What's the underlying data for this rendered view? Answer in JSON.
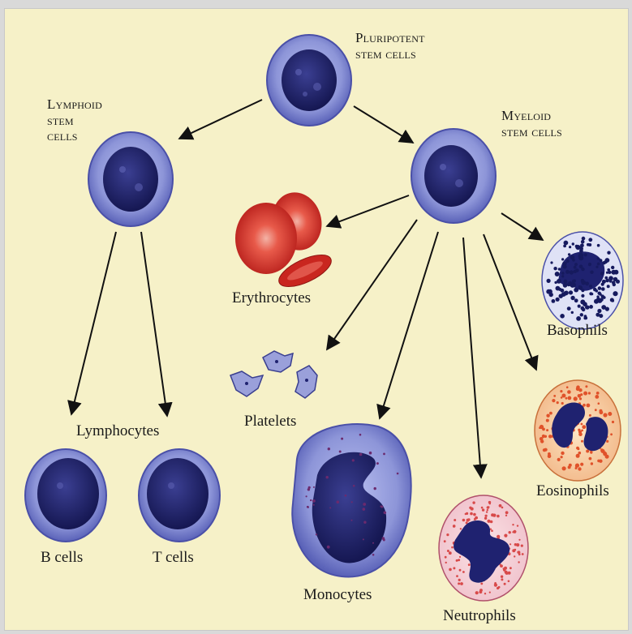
{
  "labels": {
    "pluripotent": [
      "Pluripotent",
      "stem cells"
    ],
    "lymphoid": [
      "Lymphoid",
      "stem",
      "cells"
    ],
    "myeloid": [
      "Myeloid",
      "stem cells"
    ],
    "erythrocytes": "Erythrocytes",
    "basophils": "Basophils",
    "platelets": "Platelets",
    "lymphocytes": "Lymphocytes",
    "eosinophils": "Eosinophils",
    "b_cells": "B cells",
    "t_cells": "T cells",
    "monocytes": "Monocytes",
    "neutrophils": "Neutrophils"
  },
  "colors": {
    "background": "#f6f1c8",
    "cell_cytoplasm": "#8f96d6",
    "cell_nucleus": "#1f2270",
    "erythrocyte": "#d9302a",
    "eosinophil_granule": "#e0522a",
    "neutrophil_granule": "#d84a4a",
    "arrow": "#111111"
  }
}
